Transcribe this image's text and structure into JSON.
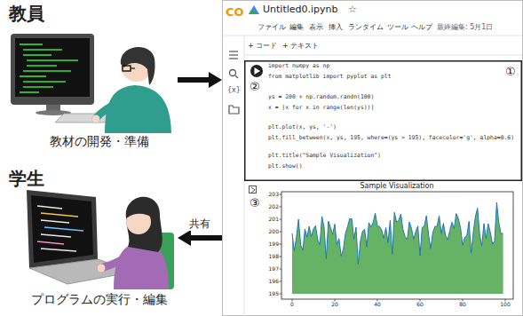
{
  "diagram": {
    "nodes": [
      {
        "text": [
          "教員",
          "教材の開発・準備"
        ]
      },
      {
        "text": [
          "学生",
          "プログラムの実行・編集"
        ]
      },
      {
        "text": [
          "Untitled0.ipynb"
        ]
      },
      {
        "text": [
          "import numpy as np",
          "from matplotlib import pyplot as plt",
          "ys = 200 + np.random.randn(100)",
          "x = [x for x in range(len(ys))]",
          "plt.plot(x, ys, '-')",
          "plt.fill_between(x, ys, 195, where=(ys > 195), facecolor='g', alpha=0.6)",
          "plt.title(\"Sample Visualization\")",
          "plt.show()"
        ],
        "in": 2
      },
      {
        "text": [
          "Sample Visualization"
        ],
        "in": 2
      }
    ],
    "edges": [
      {
        "from": 0,
        "to": 2,
        "arrow": "to"
      },
      {
        "from": 2,
        "to": 1,
        "label": "共有",
        "arrow": "to"
      }
    ],
    "labels": [
      "CO",
      "☆",
      "ファイル",
      "編集",
      "表示",
      "挿入",
      "ランタイム",
      "ツール",
      "ヘルプ",
      "最終編集: 5月1日",
      "+ コード",
      "+ テキスト",
      "{x}",
      "①",
      "②",
      "③",
      "203",
      "202",
      "201",
      "200",
      "199",
      "198",
      "197",
      "196",
      "195",
      "0",
      "20",
      "40",
      "60",
      "80",
      "100"
    ]
  }
}
